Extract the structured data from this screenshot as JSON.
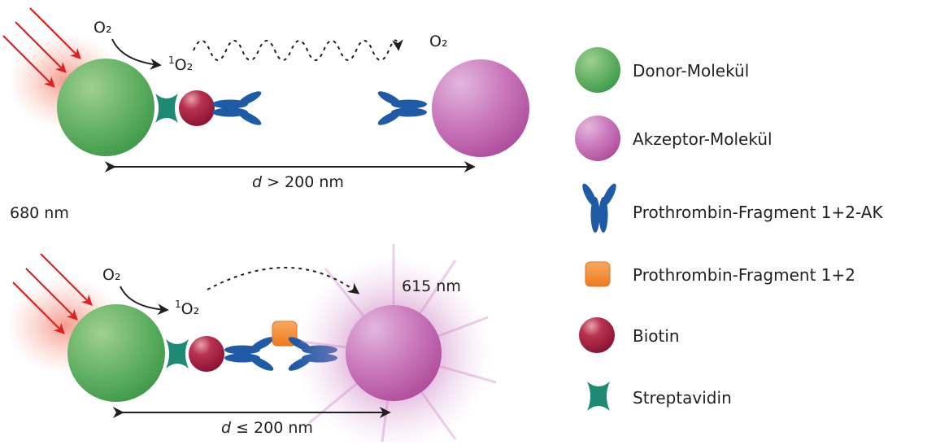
{
  "diagram": {
    "top_scenario": {
      "oxygen_label": "O₂",
      "singlet_oxygen_sup": "1",
      "singlet_oxygen_label": "O₂",
      "decay_product_label": "O₂",
      "distance_var": "d",
      "distance_text": " > 200 nm",
      "excitation_wavelength": "680 nm"
    },
    "bottom_scenario": {
      "oxygen_label": "O₂",
      "singlet_oxygen_sup": "1",
      "singlet_oxygen_label": "O₂",
      "emission_wavelength": "615 nm",
      "distance_var": "d",
      "distance_text": " ≤ 200 nm"
    },
    "legend": [
      {
        "icon": "donor-bead-icon",
        "label": "Donor-Molekül"
      },
      {
        "icon": "acceptor-bead-icon",
        "label": "Akzeptor-Molekül"
      },
      {
        "icon": "antibody-icon",
        "label": "Prothrombin-Fragment 1+2-AK"
      },
      {
        "icon": "fragment-square-icon",
        "label": "Prothrombin-Fragment 1+2"
      },
      {
        "icon": "biotin-sphere-icon",
        "label": "Biotin"
      },
      {
        "icon": "streptavidin-star-icon",
        "label": "Streptavidin"
      }
    ],
    "colors": {
      "donor": "#5aaa5a",
      "acceptor": "#c060a8",
      "antibody": "#1f5aa6",
      "fragment": "#f0842a",
      "biotin": "#9a1a3a",
      "streptavidin": "#1e8a74",
      "laser": "#e02020",
      "text": "#231f20"
    }
  }
}
